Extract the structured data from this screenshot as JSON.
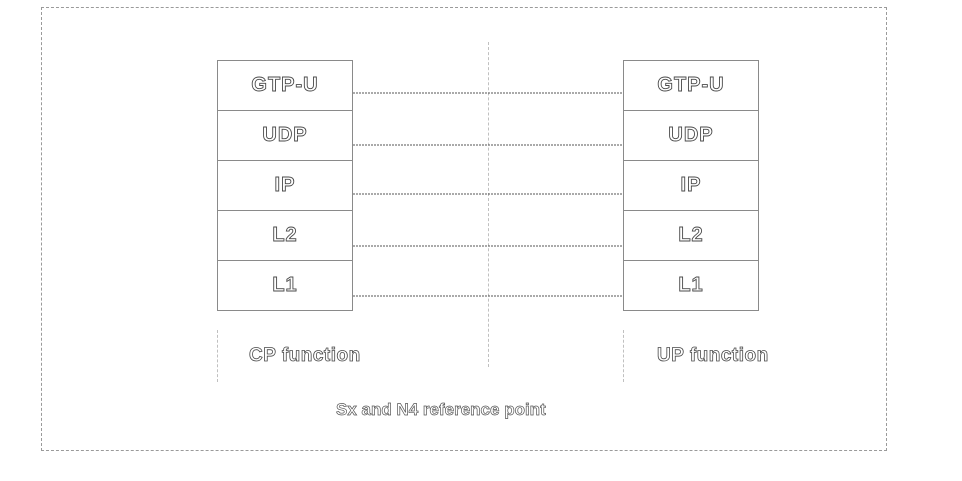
{
  "left_stack": {
    "layers": [
      "GTP-U",
      "UDP",
      "IP",
      "L2",
      "L1"
    ],
    "function_label": "CP function"
  },
  "right_stack": {
    "layers": [
      "GTP-U",
      "UDP",
      "IP",
      "L2",
      "L1"
    ],
    "function_label": "UP function"
  },
  "reference_point_label": "Sx and N4 reference point",
  "colors": {
    "border": "#8a8a8a",
    "link": "#555555",
    "text_outline": "#4a4a4a"
  }
}
